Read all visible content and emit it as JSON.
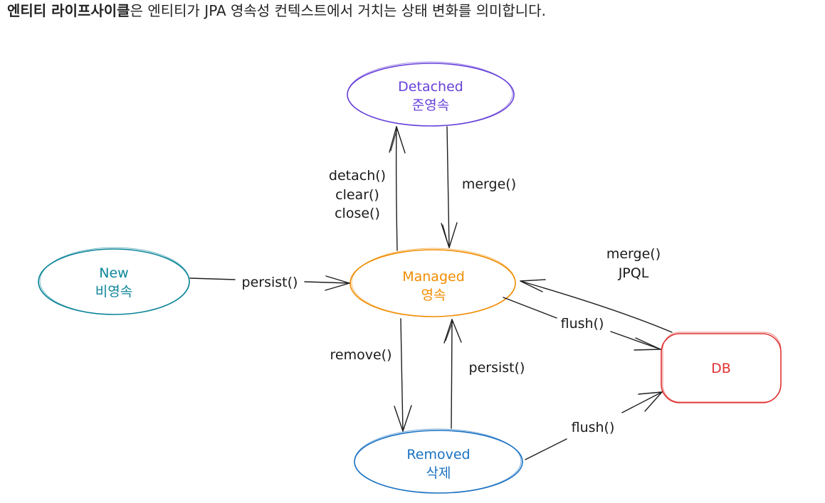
{
  "intro": {
    "term": "엔티티 라이프사이클",
    "rest": "은 엔티티가 JPA 영속성 컨텍스트에서 거치는 상태 변화를 의미합니다."
  },
  "nodes": {
    "detached": {
      "name": "Detached",
      "sub": "준영속",
      "color": "#6741d9"
    },
    "new": {
      "name": "New",
      "sub": "비영속",
      "color": "#0c8599"
    },
    "managed": {
      "name": "Managed",
      "sub": "영속",
      "color": "#f08c00"
    },
    "removed": {
      "name": "Removed",
      "sub": "삭제",
      "color": "#1971c2"
    },
    "db": {
      "name": "DB",
      "color": "#e03131"
    }
  },
  "edges": {
    "managed_to_detached": [
      "detach()",
      "clear()",
      "close()"
    ],
    "detached_to_managed": "merge()",
    "new_to_managed": "persist()",
    "db_to_managed": [
      "merge()",
      "JPQL"
    ],
    "managed_to_db": "flush()",
    "managed_to_removed": "remove()",
    "removed_to_managed": "persist()",
    "removed_to_db": "flush()"
  }
}
